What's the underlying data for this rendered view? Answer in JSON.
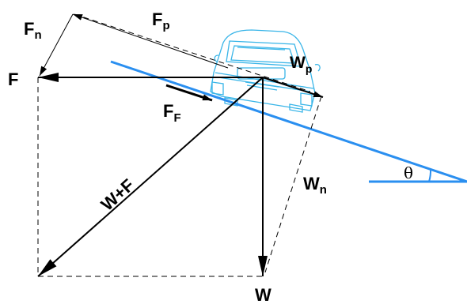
{
  "colors": {
    "line": "#000000",
    "slope": "#2a8ff0",
    "car": "#39b5e8"
  },
  "labels": {
    "F": "F",
    "Fn": "F",
    "Fn_sub": "n",
    "Fp": "F",
    "Fp_sub": "p",
    "FF": "F",
    "FF_sub": "F",
    "Wp": "W",
    "Wp_sub": "p",
    "Wn": "W",
    "Wn_sub": "n",
    "W": "W",
    "WF": "W+F",
    "theta": "θ"
  },
  "icons": {
    "car": "car-rear-view-icon"
  }
}
